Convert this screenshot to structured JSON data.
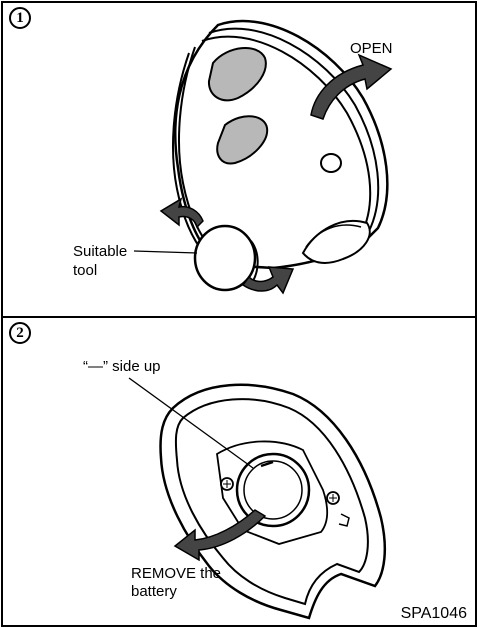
{
  "steps": [
    {
      "number": "1",
      "labels": {
        "open": "OPEN",
        "tool_line1": "Suitable",
        "tool_line2": "tool"
      }
    },
    {
      "number": "2",
      "labels": {
        "side_up": "“—” side up",
        "remove_line1": "REMOVE the",
        "remove_line2": "battery"
      }
    }
  ],
  "figure_code": "SPA1046"
}
